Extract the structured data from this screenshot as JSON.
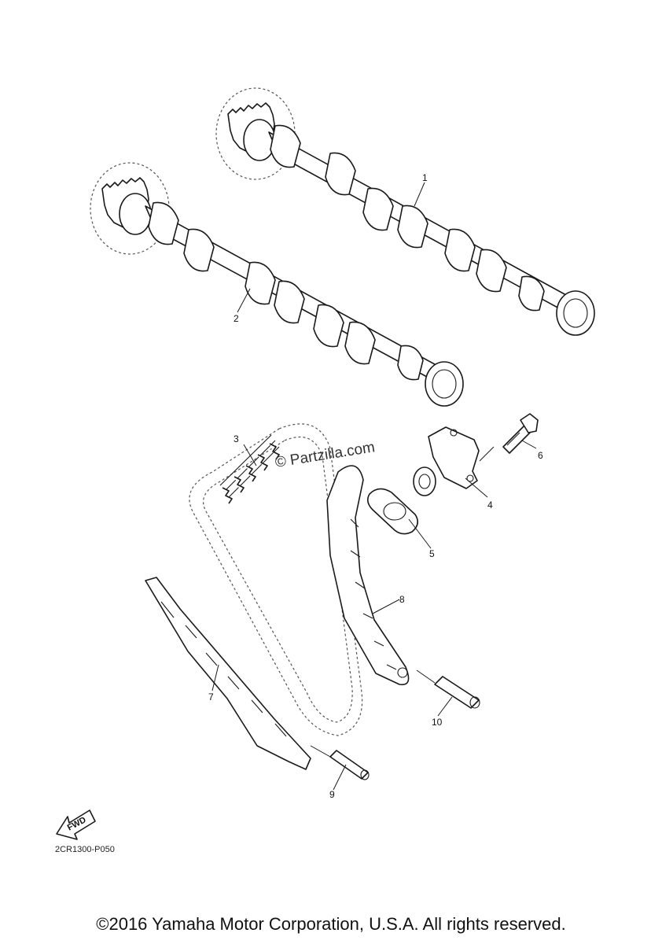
{
  "watermark": "© Partzilla.com",
  "diagram_code": "2CR1300-P050",
  "copyright": "©2016 Yamaha Motor Corporation, U.S.A. All rights reserved.",
  "fwd_label": "FWD",
  "callouts": [
    "1",
    "2",
    "3",
    "4",
    "5",
    "6",
    "7",
    "8",
    "9",
    "10"
  ]
}
